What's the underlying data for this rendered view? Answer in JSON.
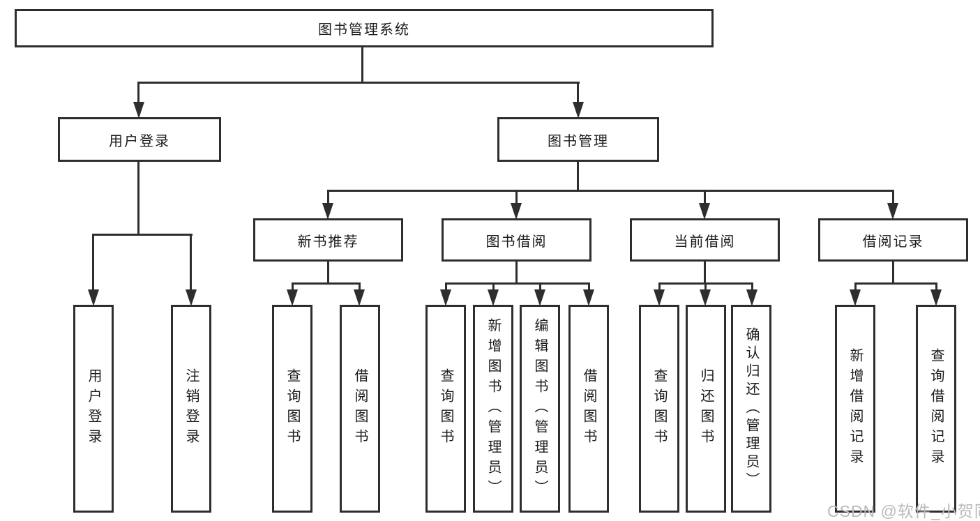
{
  "nodes": {
    "root": {
      "label": "图书管理系统"
    },
    "user_login": {
      "label": "用户登录"
    },
    "book_mgmt": {
      "label": "图书管理"
    },
    "new_book": {
      "label": "新书推荐"
    },
    "book_borrow": {
      "label": "图书借阅"
    },
    "current_borrow": {
      "label": "当前借阅"
    },
    "borrow_records": {
      "label": "借阅记录"
    },
    "leaf_user_login": {
      "label": "用户登录"
    },
    "leaf_logout": {
      "label": "注销登录"
    },
    "leaf_nb_query_books": {
      "label": "查询图书"
    },
    "leaf_nb_borrow_books": {
      "label": "借阅图书"
    },
    "leaf_bb_query_books": {
      "label": "查询图书"
    },
    "leaf_bb_add_books": {
      "label": "新增图书（管理员）"
    },
    "leaf_bb_edit_books": {
      "label": "编辑图书（管理员）"
    },
    "leaf_bb_borrow_books": {
      "label": "借阅图书"
    },
    "leaf_cb_query_books": {
      "label": "查询图书"
    },
    "leaf_cb_return_books": {
      "label": "归还图书"
    },
    "leaf_cb_confirm_return": {
      "label": "确认归还（管理员）"
    },
    "leaf_br_add_record": {
      "label": "新增借阅记录"
    },
    "leaf_br_query_record": {
      "label": "查询借阅记录"
    }
  },
  "watermark": {
    "text": "CSDN @软件_小贺同学"
  },
  "colors": {
    "line": "#2e2e2e",
    "text": "#1c1c1c",
    "box_bg": "#ffffff",
    "bg": "#ffffff",
    "watermark": "#b9b9b9"
  }
}
